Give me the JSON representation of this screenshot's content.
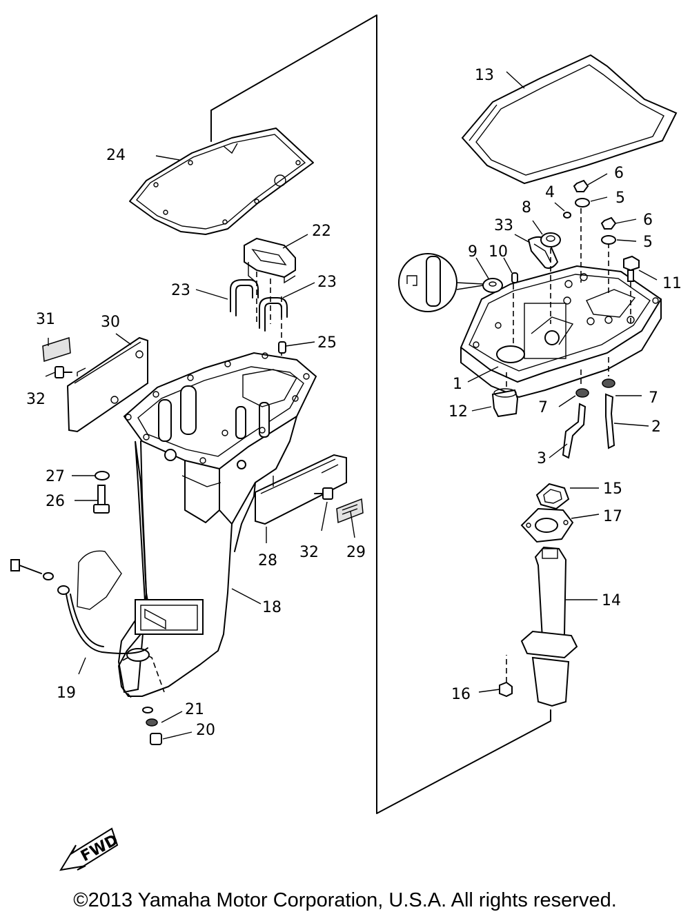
{
  "diagram": {
    "callouts": [
      {
        "id": "1",
        "label": "1"
      },
      {
        "id": "2",
        "label": "2"
      },
      {
        "id": "3",
        "label": "3"
      },
      {
        "id": "4",
        "label": "4"
      },
      {
        "id": "5a",
        "label": "5"
      },
      {
        "id": "5b",
        "label": "5"
      },
      {
        "id": "6a",
        "label": "6"
      },
      {
        "id": "6b",
        "label": "6"
      },
      {
        "id": "7a",
        "label": "7"
      },
      {
        "id": "7b",
        "label": "7"
      },
      {
        "id": "8",
        "label": "8"
      },
      {
        "id": "9",
        "label": "9"
      },
      {
        "id": "10",
        "label": "10"
      },
      {
        "id": "11",
        "label": "11"
      },
      {
        "id": "12",
        "label": "12"
      },
      {
        "id": "13",
        "label": "13"
      },
      {
        "id": "14",
        "label": "14"
      },
      {
        "id": "15",
        "label": "15"
      },
      {
        "id": "16",
        "label": "16"
      },
      {
        "id": "17",
        "label": "17"
      },
      {
        "id": "18",
        "label": "18"
      },
      {
        "id": "19",
        "label": "19"
      },
      {
        "id": "20",
        "label": "20"
      },
      {
        "id": "21",
        "label": "21"
      },
      {
        "id": "22",
        "label": "22"
      },
      {
        "id": "23a",
        "label": "23"
      },
      {
        "id": "23b",
        "label": "23"
      },
      {
        "id": "24",
        "label": "24"
      },
      {
        "id": "25",
        "label": "25"
      },
      {
        "id": "26",
        "label": "26"
      },
      {
        "id": "27",
        "label": "27"
      },
      {
        "id": "28",
        "label": "28"
      },
      {
        "id": "29",
        "label": "29"
      },
      {
        "id": "30",
        "label": "30"
      },
      {
        "id": "31",
        "label": "31"
      },
      {
        "id": "32a",
        "label": "32"
      },
      {
        "id": "32b",
        "label": "32"
      },
      {
        "id": "33",
        "label": "33"
      }
    ],
    "fwd_label": "FWD"
  },
  "footer": {
    "copyright": "©2013 Yamaha Motor Corporation, U.S.A. All rights reserved."
  }
}
